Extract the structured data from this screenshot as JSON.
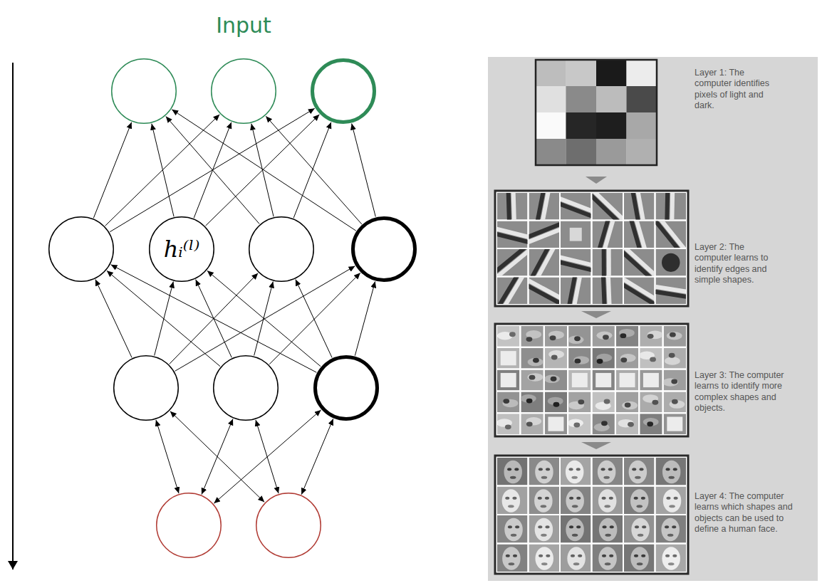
{
  "diagram": {
    "title": "Input",
    "nodes": [
      {
        "text": []
      },
      {
        "text": []
      },
      {
        "text": []
      },
      {
        "text": []
      },
      {
        "text": [
          "hᵢ⁽ˡ⁾"
        ]
      },
      {
        "text": []
      },
      {
        "text": []
      },
      {
        "text": []
      },
      {
        "text": []
      },
      {
        "text": []
      },
      {
        "text": []
      },
      {
        "text": []
      }
    ],
    "edges": [
      {
        "from": 3,
        "to": 0,
        "arrow": "to"
      },
      {
        "from": 3,
        "to": 1,
        "arrow": "to"
      },
      {
        "from": 3,
        "to": 2,
        "arrow": "to"
      },
      {
        "from": 4,
        "to": 0,
        "arrow": "to"
      },
      {
        "from": 4,
        "to": 1,
        "arrow": "to"
      },
      {
        "from": 4,
        "to": 2,
        "arrow": "to"
      },
      {
        "from": 5,
        "to": 0,
        "arrow": "to"
      },
      {
        "from": 5,
        "to": 1,
        "arrow": "to"
      },
      {
        "from": 5,
        "to": 2,
        "arrow": "to"
      },
      {
        "from": 6,
        "to": 0,
        "arrow": "to"
      },
      {
        "from": 6,
        "to": 1,
        "arrow": "to"
      },
      {
        "from": 6,
        "to": 2,
        "arrow": "to"
      },
      {
        "from": 7,
        "to": 3,
        "arrow": "to"
      },
      {
        "from": 7,
        "to": 4,
        "arrow": "to"
      },
      {
        "from": 7,
        "to": 5,
        "arrow": "to"
      },
      {
        "from": 7,
        "to": 6,
        "arrow": "to"
      },
      {
        "from": 8,
        "to": 3,
        "arrow": "to"
      },
      {
        "from": 8,
        "to": 4,
        "arrow": "to"
      },
      {
        "from": 8,
        "to": 5,
        "arrow": "to"
      },
      {
        "from": 8,
        "to": 6,
        "arrow": "to"
      },
      {
        "from": 9,
        "to": 3,
        "arrow": "to"
      },
      {
        "from": 9,
        "to": 4,
        "arrow": "to"
      },
      {
        "from": 9,
        "to": 5,
        "arrow": "to"
      },
      {
        "from": 9,
        "to": 6,
        "arrow": "to"
      },
      {
        "from": 10,
        "to": 7,
        "arrow": "both"
      },
      {
        "from": 10,
        "to": 8,
        "arrow": "both"
      },
      {
        "from": 10,
        "to": 9,
        "arrow": "both"
      },
      {
        "from": 11,
        "to": 7,
        "arrow": "both"
      },
      {
        "from": 11,
        "to": 8,
        "arrow": "both"
      },
      {
        "from": 11,
        "to": 9,
        "arrow": "both"
      }
    ],
    "labels": [
      "Layer 1: The computer identifies pixels of light and dark.",
      "Layer 2: The computer learns to identify edges and simple shapes.",
      "Layer 3: The computer learns to identify more complex shapes and objects.",
      "Layer 4: The computer learns which shapes and objects can be used to define a human face."
    ]
  }
}
